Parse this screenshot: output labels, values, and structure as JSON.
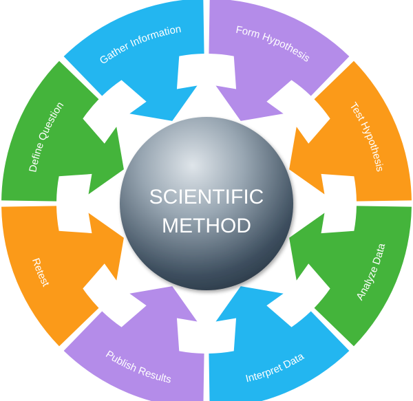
{
  "center": {
    "line1": "SCIENTIFIC",
    "line2": "METHOD"
  },
  "segments": [
    {
      "label": "Form Hypothesis",
      "color": "#b48ce9"
    },
    {
      "label": "Test Hypothesis",
      "color": "#fb9a19"
    },
    {
      "label": "Analyze Data",
      "color": "#44b43b"
    },
    {
      "label": "Interpret Data",
      "color": "#23b6f0"
    },
    {
      "label": "Publish Results",
      "color": "#b48ce9"
    },
    {
      "label": "Retest",
      "color": "#fb9a19"
    },
    {
      "label": "Define Question",
      "color": "#44b43b"
    },
    {
      "label": "Gather Information",
      "color": "#23b6f0"
    }
  ],
  "colors": {
    "sphere_light": "#c9d2da",
    "sphere_dark": "#2a3a4a",
    "background": "#ffffff"
  }
}
